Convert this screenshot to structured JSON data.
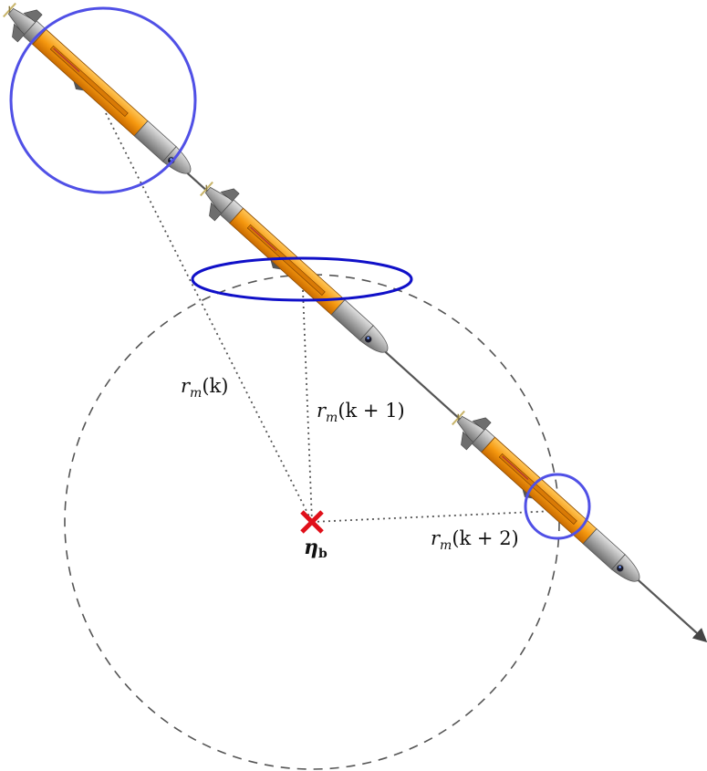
{
  "labels": {
    "r_k": {
      "base": "r",
      "sub": "m",
      "arg": "(k)"
    },
    "r_k1": {
      "base": "r",
      "sub": "m",
      "arg": "(k + 1)"
    },
    "r_k2": {
      "base": "r",
      "sub": "m",
      "arg": "(k + 2)"
    },
    "eta": {
      "base": "η",
      "sub": "b"
    }
  },
  "colors": {
    "trajectory": "#555555",
    "uncertainty_circle": "#5050e6",
    "uncertainty_ellipse": "#1010c8",
    "range_lines": "#555555",
    "beacon_range_circle": "#555555",
    "beacon_marker": "#e0101a",
    "auv_hull": "#f59a10",
    "auv_nose": "#a8a8a8",
    "auv_fin": "#707070"
  },
  "icons": {
    "beacon": "red-cross-marker",
    "vehicle": "auv-torpedo"
  }
}
